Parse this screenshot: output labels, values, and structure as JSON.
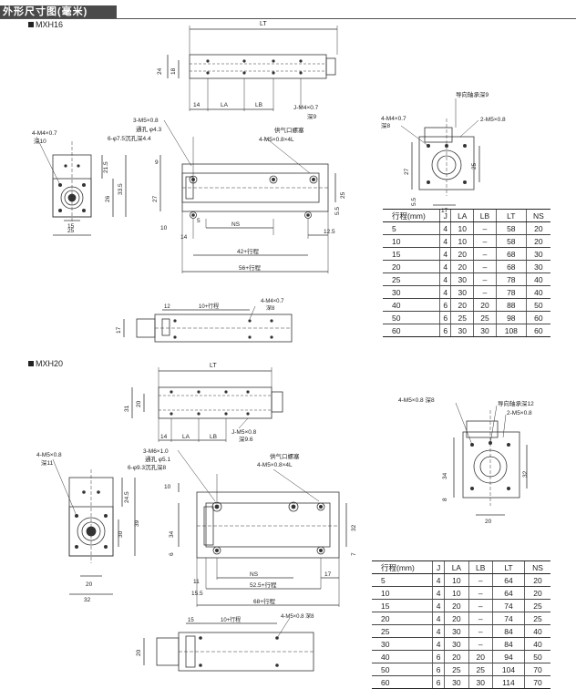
{
  "header": {
    "title": "外形尺寸图(毫米)"
  },
  "mxh16": {
    "model": "MXH16",
    "labels": {
      "lt": "LT",
      "h24": "24",
      "h18": "18",
      "d14": "14",
      "la": "LA",
      "lb": "LB",
      "thread_j": "J-M4×0.7",
      "depth_j": "深9",
      "hole_m5": "3-M5×0.8",
      "through": "通孔 φ4.3",
      "counterbore": "6-φ7.5沉孔深4.4",
      "air_port": "供气口螺塞",
      "port_thread": "4-M5×0.8×4L",
      "left_thread": "4-M4×0.7",
      "left_depth": "深10",
      "d21_5": "21.5",
      "d26": "26",
      "d33_5": "33.5",
      "d15": "15",
      "d25": "25",
      "d9": "9",
      "d27": "27",
      "d25b": "25",
      "d10": "10",
      "d5": "5",
      "d14b": "14",
      "ns": "NS",
      "d5_5": "5.5",
      "d12_5": "12.5",
      "stroke42": "42+行程",
      "stroke56": "56+行程",
      "r_thread": "4-M4×0.7",
      "r_depth": "深8",
      "guide": "导向轴承深9",
      "r_m5": "2-M5×0.8",
      "r27": "27",
      "r25": "25",
      "r5_5": "5.5",
      "r17": "17",
      "b12": "12",
      "b10": "10+行程",
      "b_thread": "4-M4×0.7",
      "b_depth": "深8",
      "b17": "17"
    },
    "table": {
      "headers": [
        "行程(mm)",
        "J",
        "LA",
        "LB",
        "LT",
        "NS"
      ],
      "rows": [
        [
          "5",
          "4",
          "10",
          "–",
          "58",
          "20"
        ],
        [
          "10",
          "4",
          "10",
          "–",
          "58",
          "20"
        ],
        [
          "15",
          "4",
          "20",
          "–",
          "68",
          "30"
        ],
        [
          "20",
          "4",
          "20",
          "–",
          "68",
          "30"
        ],
        [
          "25",
          "4",
          "30",
          "–",
          "78",
          "40"
        ],
        [
          "30",
          "4",
          "30",
          "–",
          "78",
          "40"
        ],
        [
          "40",
          "6",
          "20",
          "20",
          "88",
          "50"
        ],
        [
          "50",
          "6",
          "25",
          "25",
          "98",
          "60"
        ],
        [
          "60",
          "6",
          "30",
          "30",
          "108",
          "60"
        ]
      ]
    }
  },
  "mxh20": {
    "model": "MXH20",
    "labels": {
      "lt": "LT",
      "h31": "31",
      "h20": "20",
      "d14": "14",
      "la": "LA",
      "lb": "LB",
      "thread_j": "J-M5×0.8",
      "depth_j": "深9.6",
      "hole_m6": "3-M6×1.0",
      "through": "通孔 φ5.1",
      "counterbore": "6-φ9.3沉孔深8",
      "air_port": "供气口螺塞",
      "port_thread": "4-M5×0.8×4L",
      "left_thread": "4-M5×0.8",
      "left_depth": "深11",
      "d24_5": "24.5",
      "d39": "39",
      "d30": "30",
      "d20": "20",
      "d32": "32",
      "d10": "10",
      "d34": "34",
      "d6": "6",
      "d32b": "32",
      "d7": "7",
      "d11": "11",
      "d15_5": "15.5",
      "d17": "17",
      "ns": "NS",
      "stroke52": "52.5+行程",
      "stroke68": "68+行程",
      "r_thread": "4-M5×0.8 深8",
      "guide": "导向轴承深12",
      "r_m5": "2-M5×0.8",
      "r34": "34",
      "r32": "32",
      "r8": "8",
      "r20": "20",
      "b15": "15",
      "b10": "10+行程",
      "b_thread": "4-M5×0.8 深8",
      "b20": "20"
    },
    "table": {
      "headers": [
        "行程(mm)",
        "J",
        "LA",
        "LB",
        "LT",
        "NS"
      ],
      "rows": [
        [
          "5",
          "4",
          "10",
          "–",
          "64",
          "20"
        ],
        [
          "10",
          "4",
          "10",
          "–",
          "64",
          "20"
        ],
        [
          "15",
          "4",
          "20",
          "–",
          "74",
          "25"
        ],
        [
          "20",
          "4",
          "20",
          "–",
          "74",
          "25"
        ],
        [
          "25",
          "4",
          "30",
          "–",
          "84",
          "40"
        ],
        [
          "30",
          "4",
          "30",
          "–",
          "84",
          "40"
        ],
        [
          "40",
          "6",
          "20",
          "20",
          "94",
          "50"
        ],
        [
          "50",
          "6",
          "25",
          "25",
          "104",
          "70"
        ],
        [
          "60",
          "6",
          "30",
          "30",
          "114",
          "70"
        ]
      ]
    }
  }
}
